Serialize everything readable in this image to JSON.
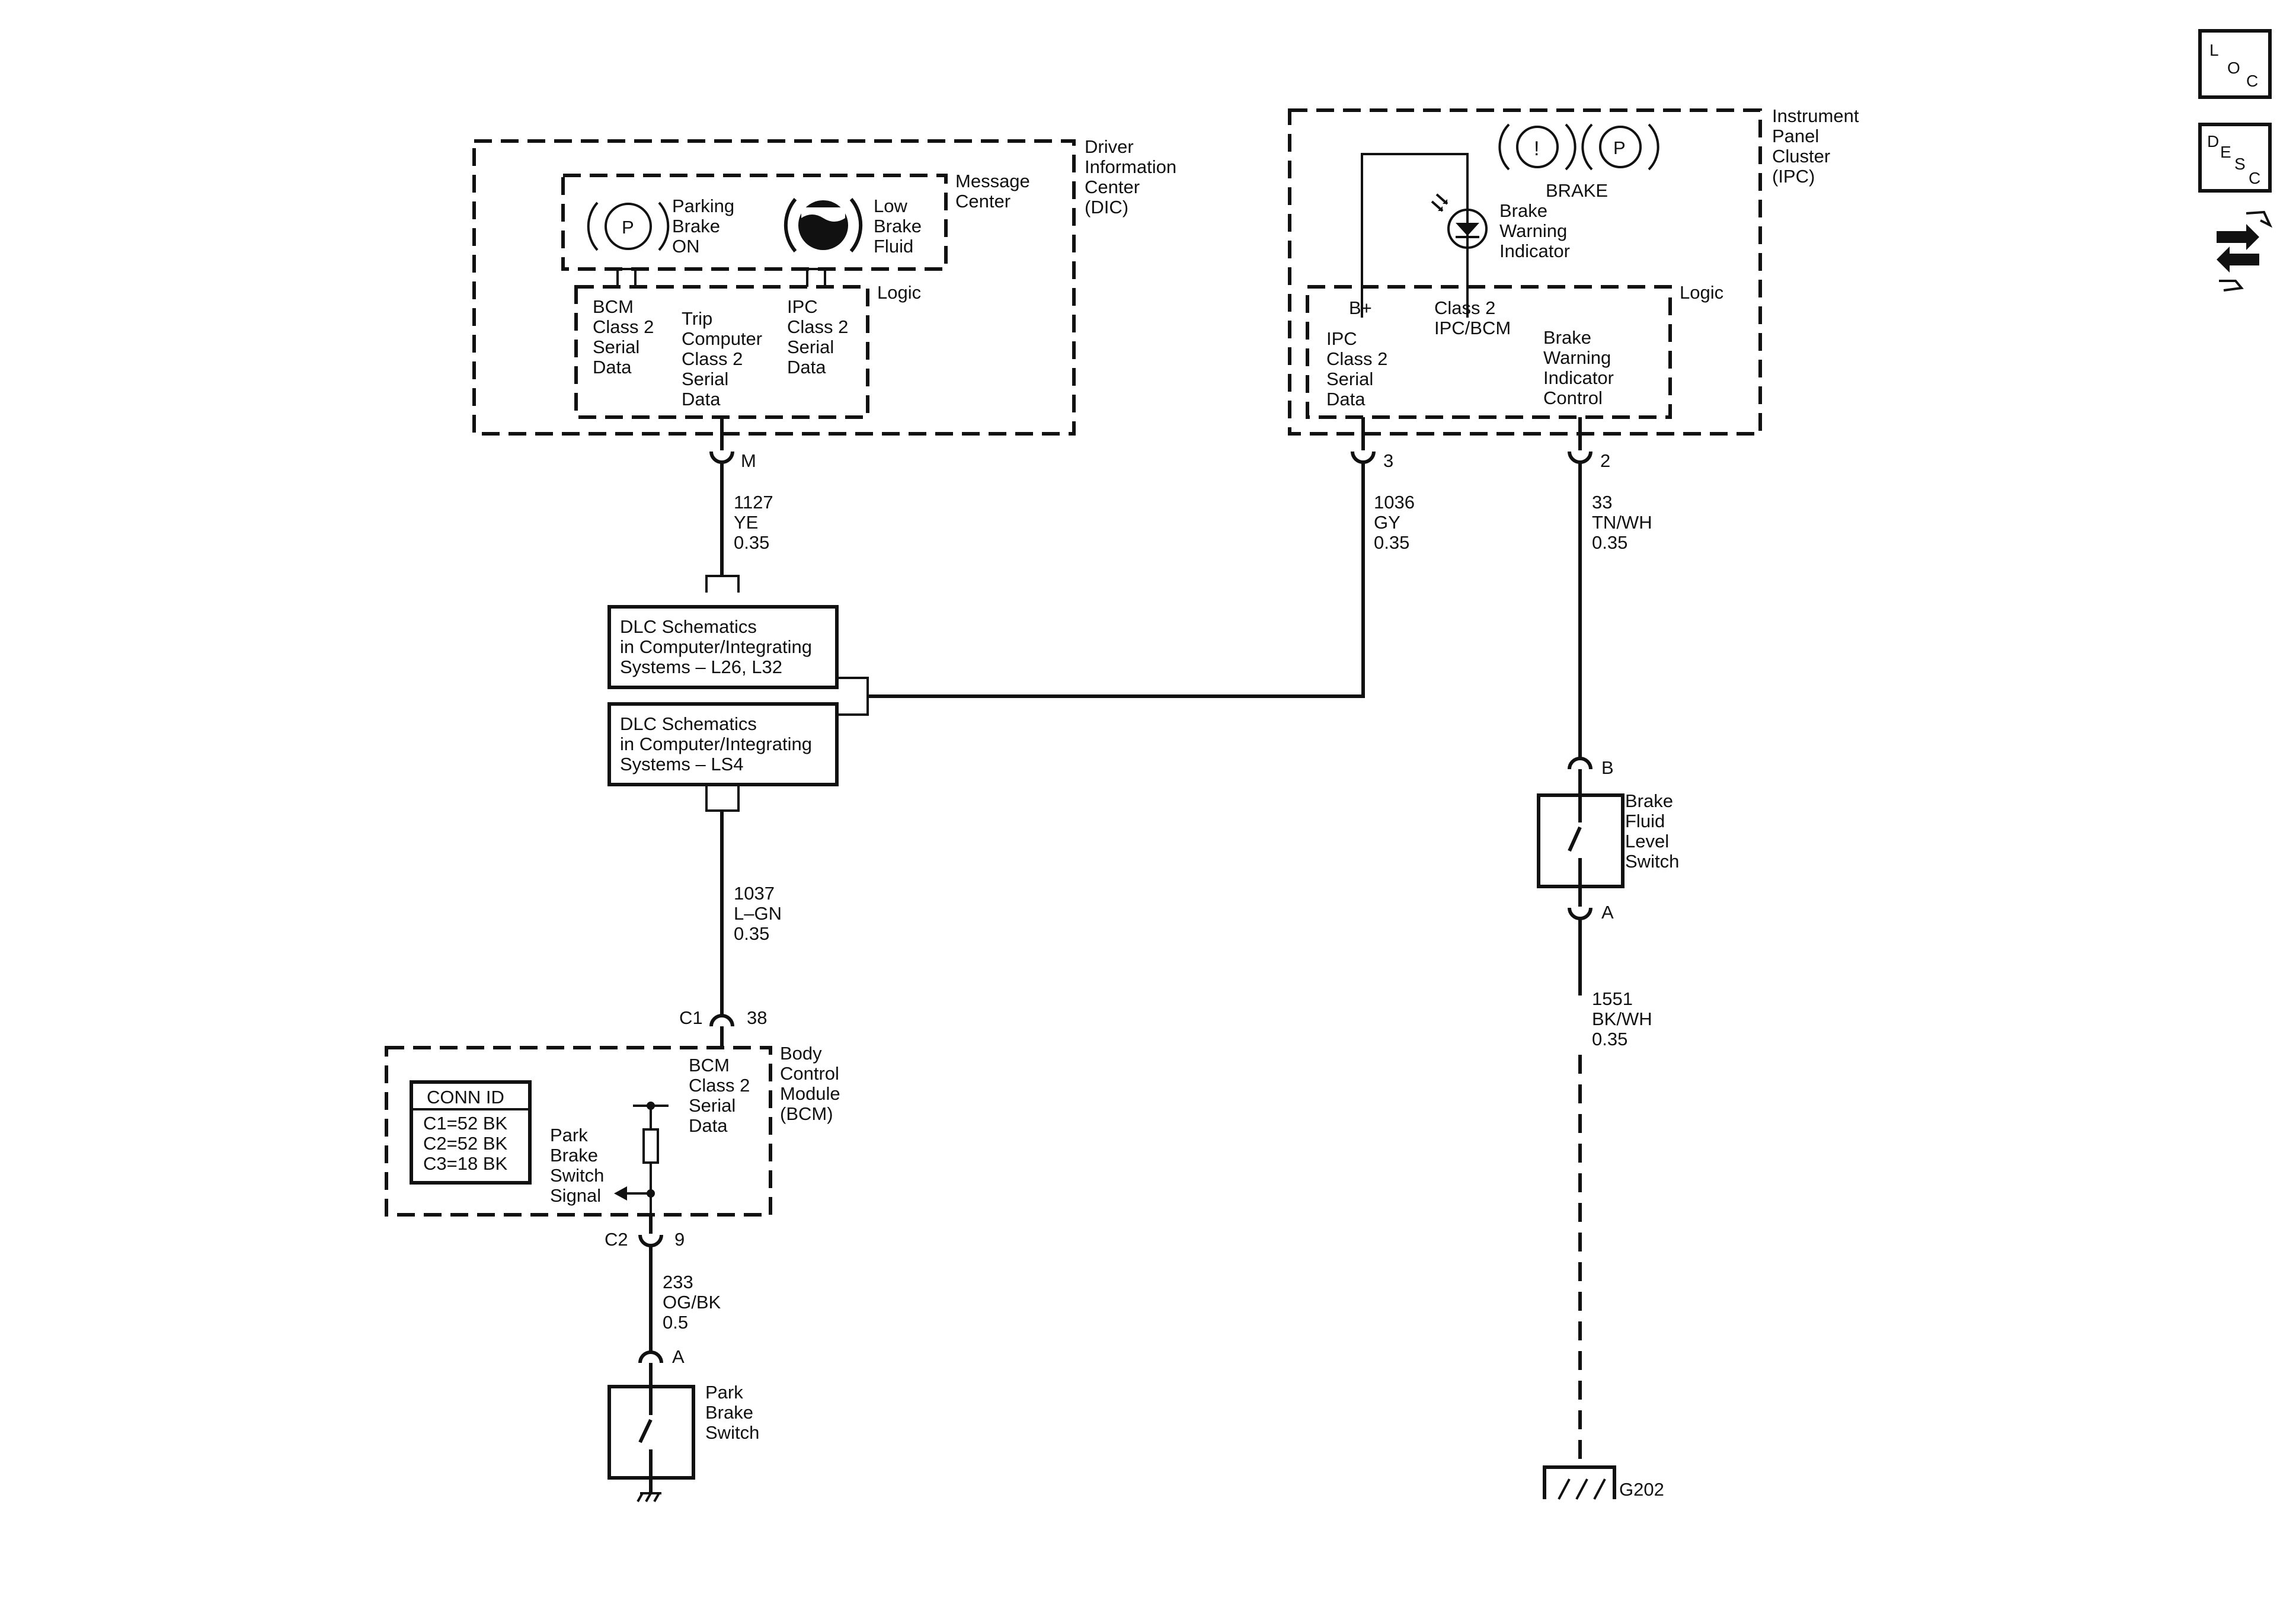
{
  "nav_icons": {
    "loc": {
      "l1": "L",
      "l2": "O",
      "l3": "C",
      "icon": "location-icon"
    },
    "desc": {
      "l1": "D",
      "l2": "E",
      "l3": "S",
      "l4": "C",
      "icon": "description-icon"
    },
    "diag": {
      "icon": "diagnostic-arrows-icon"
    }
  },
  "dic": {
    "title": [
      "Driver",
      "Information",
      "Center",
      "(DIC)"
    ],
    "message_center": [
      "Message",
      "Center"
    ],
    "parking_brake_symbol": "P",
    "parking_brake_text": [
      "Parking",
      "Brake",
      "ON"
    ],
    "low_brake_fluid_text": [
      "Low",
      "Brake",
      "Fluid"
    ],
    "logic": "Logic",
    "bcm_data": [
      "BCM",
      "Class 2",
      "Serial",
      "Data"
    ],
    "trip_data": [
      "Trip",
      "Computer",
      "Class 2",
      "Serial",
      "Data"
    ],
    "ipc_data": [
      "IPC",
      "Class 2",
      "Serial",
      "Data"
    ]
  },
  "ipc": {
    "title": [
      "Instrument",
      "Panel",
      "Cluster",
      "(IPC)"
    ],
    "warning_symbol_1": "!",
    "warning_symbol_2": "P",
    "brake_label": "BRAKE",
    "indicator": [
      "Brake",
      "Warning",
      "Indicator"
    ],
    "logic": "Logic",
    "bplus": "B+",
    "class2": [
      "Class 2",
      "IPC/BCM"
    ],
    "ipc_data": [
      "IPC",
      "Class 2",
      "Serial",
      "Data"
    ],
    "indicator_control": [
      "Brake",
      "Warning",
      "Indicator",
      "Control"
    ]
  },
  "wires": {
    "dic_pin": "M",
    "w1127": [
      "1127",
      "YE",
      "0.35"
    ],
    "ipc_pin3": "3",
    "w1036": [
      "1036",
      "GY",
      "0.35"
    ],
    "ipc_pin2": "2",
    "w33": [
      "33",
      "TN/WH",
      "0.35"
    ],
    "w1037": [
      "1037",
      "L–GN",
      "0.35"
    ],
    "bcm_c1": "C1",
    "bcm_c1_pin": "38",
    "bcm_c2": "C2",
    "bcm_c2_pin": "9",
    "w233": [
      "233",
      "OG/BK",
      "0.5"
    ],
    "w1551": [
      "1551",
      "BK/WH",
      "0.35"
    ]
  },
  "dlc": {
    "box1": [
      "DLC Schematics",
      "in Computer/Integrating",
      "Systems – L26, L32"
    ],
    "box2": [
      "DLC Schematics",
      "in Computer/Integrating",
      "Systems – LS4"
    ]
  },
  "bcm": {
    "title": [
      "Body",
      "Control",
      "Module",
      "(BCM)"
    ],
    "conn_id_header": "CONN ID",
    "conn_ids": [
      "C1=52 BK",
      "C2=52 BK",
      "C3=18 BK"
    ],
    "data": [
      "BCM",
      "Class 2",
      "Serial",
      "Data"
    ],
    "signal": [
      "Park",
      "Brake",
      "Switch",
      "Signal"
    ]
  },
  "park_switch": {
    "pin": "A",
    "label": [
      "Park",
      "Brake",
      "Switch"
    ]
  },
  "fluid_switch": {
    "pin_top": "B",
    "pin_bottom": "A",
    "label": [
      "Brake",
      "Fluid",
      "Level",
      "Switch"
    ]
  },
  "ground": {
    "label": "G202"
  }
}
